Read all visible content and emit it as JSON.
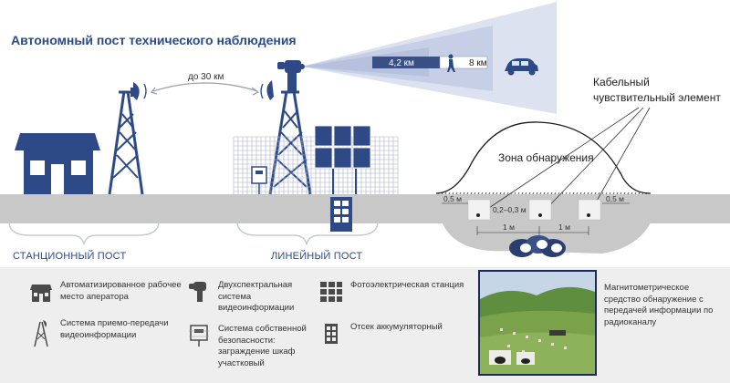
{
  "title": "Автономный пост технического наблюдения",
  "labels": {
    "distance": "до 30 км",
    "range_near": "4,2 км",
    "range_far": "8 км",
    "cable_sensor": "Кабельный чувствительный элемент",
    "detection_zone": "Зона обнаружения",
    "station_post": "СТАНЦИОННЫЙ ПОСТ",
    "line_post": "ЛИНЕЙНЫЙ ПОСТ",
    "dim_left": "0,5 м",
    "dim_depth": "0,2–0,3 м",
    "dim_right": "0,5 м",
    "dim_spacing_1": "1 м",
    "dim_spacing_2": "1 м"
  },
  "legend": [
    {
      "icon": "house-icon",
      "text": "Автоматизированное рабочее место аператора"
    },
    {
      "icon": "radio-tower-icon",
      "text": "Система приемо-передачи видеоинформации"
    },
    {
      "icon": "camera-icon",
      "text": "Двухспектральная система видеоинформации"
    },
    {
      "icon": "security-cabinet-icon",
      "text": "Система собственной безопасности: заграждение шкаф участковый"
    },
    {
      "icon": "solar-panel-icon",
      "text": "Фотоэлектрическая станция"
    },
    {
      "icon": "battery-icon",
      "text": "Отсек аккумуляторный"
    }
  ],
  "magnetometric": "Магнитометрическое средство обнаружение с передачей информации по радиоканалу",
  "colors": {
    "accent": "#2b4a86",
    "ground": "#c8c8c8",
    "beam": "#d9dff0",
    "legend_bg": "#eeeeee"
  }
}
